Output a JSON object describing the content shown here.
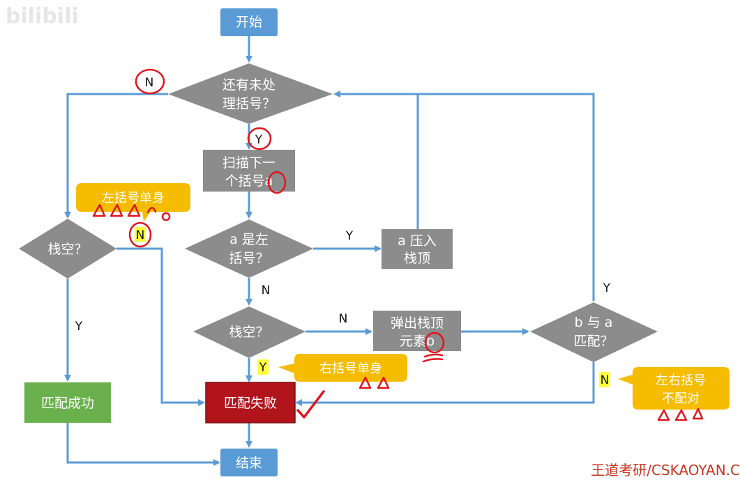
{
  "watermark": "bilibili",
  "credit": "王道考研/CSKAOYAN.C",
  "colors": {
    "terminal": "#5b9bd5",
    "decision": "#8c8c8c",
    "process": "#8c8c8c",
    "success": "#6ab04c",
    "failure": "#b2141c",
    "callout": "#f5bc00",
    "line": "#5b9bd5",
    "annotation": "#e0141e",
    "highlight": "#ffff3a"
  },
  "nodes": {
    "start": "开始",
    "has_more": [
      "还有未处",
      "理括号？"
    ],
    "scan_next": [
      "扫描下一",
      "个括号a"
    ],
    "is_left": [
      "a 是左",
      "括号？"
    ],
    "push_top": [
      "a 压入",
      "栈顶"
    ],
    "stack_empty_left": "栈空？",
    "stack_empty_mid": "栈空？",
    "pop_top": [
      "弹出栈顶",
      "元素b"
    ],
    "b_matches_a": [
      "b 与 a",
      "匹配？"
    ],
    "match_success": "匹配成功",
    "match_fail": "匹配失败",
    "end": "结束"
  },
  "edge_labels": {
    "has_more_no": "N",
    "has_more_yes": "Y",
    "is_left_yes": "Y",
    "is_left_no": "N",
    "left_empty_no": "N",
    "left_empty_yes": "Y",
    "mid_empty_no": "N",
    "mid_empty_yes": "Y",
    "match_yes": "Y",
    "match_no": "N"
  },
  "callouts": {
    "left_single": "左括号单身",
    "right_single": "右括号单身",
    "mismatch": [
      "左右括号",
      "不配对"
    ]
  }
}
